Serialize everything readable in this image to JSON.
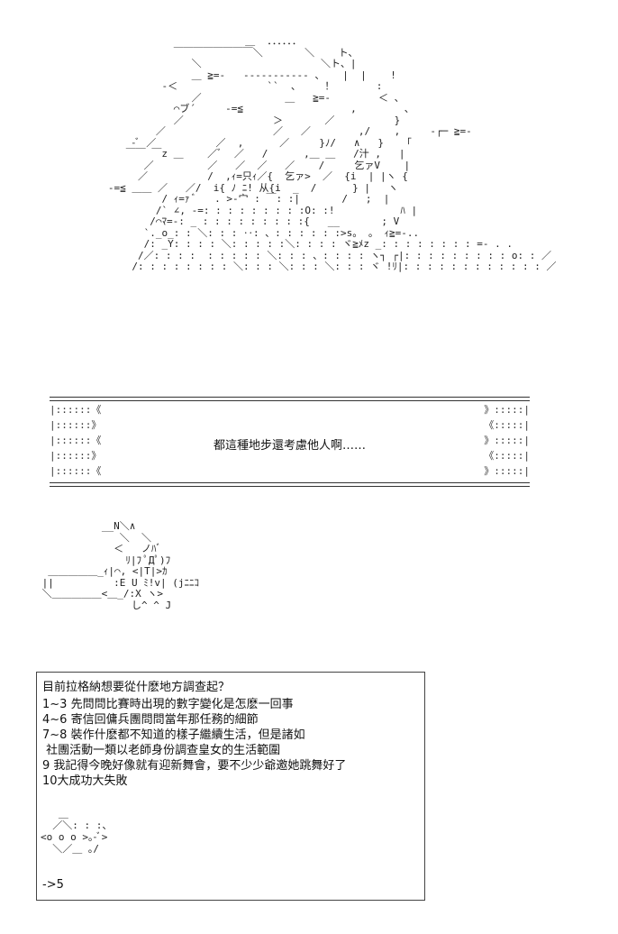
{
  "art": {
    "top": "                          ＿  ．．．．．．\n              ￣￣￣￣￣￣￣￣＼       ＼    ト、\n                 ＼                    ＼ト、|\n                 ＿ ≧=-   ----------- 、   |  |    !\n            -＜               ``  、    ！       :\n                 ／              ＿   ≧=-        ＜ 、\n              ⌒ブ´     -=≦                  ,        、\n              ／               ＞       ／          }\n           ／                  ／   ／        ,/    ,     -┌─ ≧=-\n       -ﾞ ／          ／  ,      ／     }ﾉ/   ∧   }   「\n      ￣￣ ￣z ＿    ／ﾞ  ／   /      ,＿ ＿   /汁 ,   |\n         ／         ／   ／  ／   ／    /     乞ァV    |\n        ／          /  ,ｨ=只ｨ／{  乞ァ>  ／  {i  | |ヽ {\n   -=≦ ＿＿ ／   ／/  i{ ﾉ ﾆ! 从{i  _  /      } |   ヽ\n            / ｨ=ｧ ﾞ   . >-宀 : ￣: :|       /   ;  |\n           /` ∠, -=: : : : : : : : :O: :!           ﾊ |\n          /⌒ﾏ=-: _ : : : : : : : : :{   __       ; V\n         `._o_: : ＼: : : ‥: 、: : : : : :>s。 。 ｨ≧=-..\n         /: _Y: : : : ＼: : : : :＼: : : : ヾ≧ﾒz _: : : : : : : : =- . .\n        /／: : : :  : : : : : ＼: : : 、: : : : ヽ┐ ┌|: : : : : : : : : o: : ／\n       /: : : : : : : : ＼: : : ＼: : : ＼: : : ヾ !ﾘ|: : : : : : : : : : : : ／",
    "mid": "           __N＼∧\n              ＼  ＼\n             ＜   ノﾊﾞ\n               ﾘ|ﾌ ﾟДﾟ)ﾌ\n  ＿＿＿＿＿_ｨ|⌒, <|T|>ｶ\n ||          :E U ﾐ!v| (jﾆﾆｺ\n ＼＿＿＿＿＿<＿_/:X ヽ>\n                し^ ^ J"
  },
  "banner": {
    "left_deco": "|::::::《\n|::::::》\n|::::::《\n|::::::》\n|::::::《",
    "right_deco": "》:::::|\n《:::::|\n》:::::|\n《:::::|\n》:::::|",
    "text": "都這種地步還考慮他人啊……"
  },
  "choices": {
    "question": "目前拉格納想要從什麽地方調查起？",
    "items": [
      "1~3 先問問比賽時出現的數字變化是怎麽一回事",
      "4~6 寄信回傭兵團問問當年那任務的細節",
      "7~8 裝作什麽都不知道的樣子繼續生活，但是諸如",
      " 社團活動一類以老師身份調查皇女的生活範圍",
      "9 我記得今晚好像就有迎新舞會，要不少少爺邀她跳舞好了",
      "10大成功大失敗"
    ],
    "face": "   ＿\n  ／＼: : :、\n<o o o >｡-ﾞ>\n  ＼／＿ ｡/",
    "answer": "->5"
  }
}
